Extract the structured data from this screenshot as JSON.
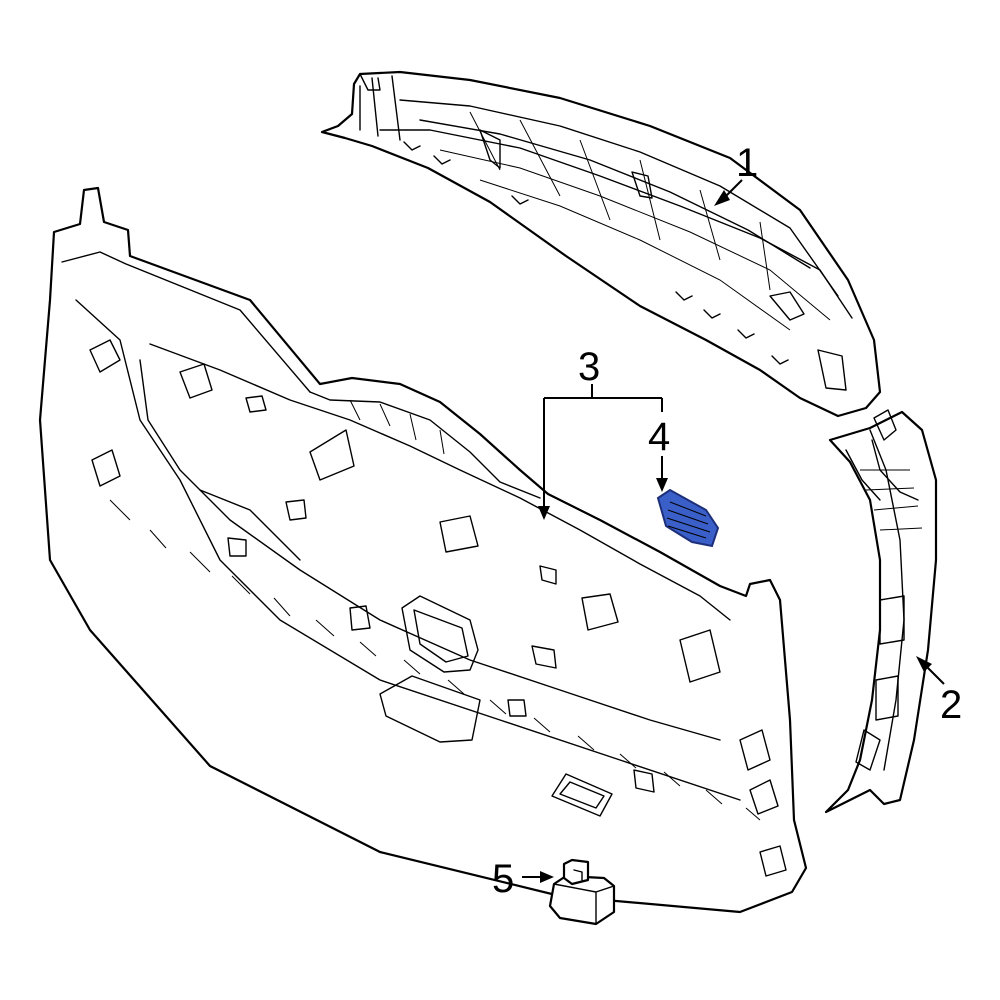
{
  "callouts": {
    "c1": "1",
    "c2": "2",
    "c3": "3",
    "c4": "4",
    "c5": "5"
  },
  "colors": {
    "highlight_fill": "#3a5fc8",
    "highlight_stroke": "#1d2f7a",
    "line": "#000000",
    "background": "#ffffff"
  }
}
